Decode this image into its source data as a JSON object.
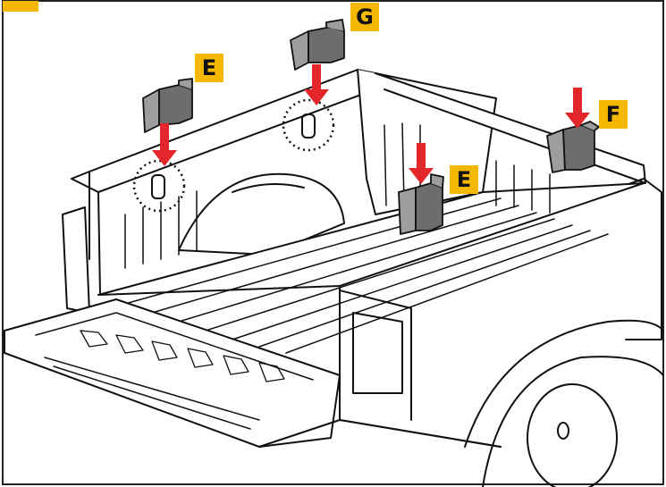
{
  "colors": {
    "callout_bg": "#f5b800",
    "arrow": "#e3262a",
    "line": "#111111",
    "bracket_fill": "#9e9e9e",
    "bracket_shade": "#6d6d6d",
    "frame": "#222222"
  },
  "callouts": {
    "e_left": "E",
    "g": "G",
    "f": "F",
    "e_right": "E"
  }
}
